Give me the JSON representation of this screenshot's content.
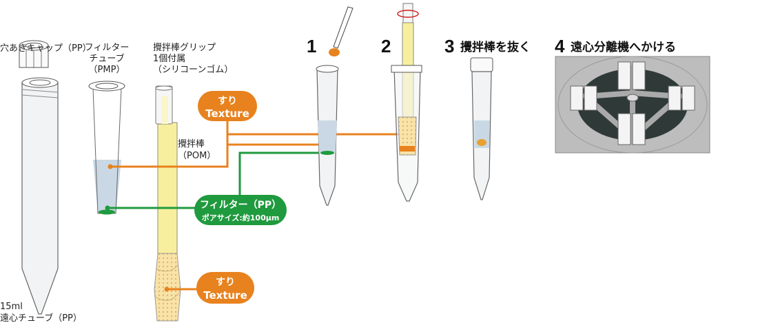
{
  "labels": {
    "cap": "穴あきキャップ（PP）",
    "filter_tube": [
      "フィルター",
      "チューブ",
      "（PMP）"
    ],
    "grip": [
      "攪拌棒グリップ",
      "1個付属",
      "（シリコーンゴム）"
    ],
    "rod": [
      "攪拌棒",
      "（POM）"
    ],
    "centrifuge_tube": [
      "15ml",
      "遠心チューブ（PP）"
    ]
  },
  "badges": {
    "texture_top": {
      "line1": "すり",
      "line2": "Texture"
    },
    "filter": {
      "line1": "フィルター（PP）",
      "line2": "ポアサイズ:約100μm"
    },
    "texture_bottom": {
      "line1": "すり",
      "line2": "Texture"
    }
  },
  "steps": [
    {
      "num": "1",
      "text": ""
    },
    {
      "num": "2",
      "text": ""
    },
    {
      "num": "3",
      "text": "攪拌棒を抜く"
    },
    {
      "num": "4",
      "text": "遠心分離機へかける"
    }
  ],
  "colors": {
    "orange": "#e8821e",
    "green": "#1f9a3e",
    "rod": "#f7ef9e",
    "liquid": "#c9d8e4"
  }
}
